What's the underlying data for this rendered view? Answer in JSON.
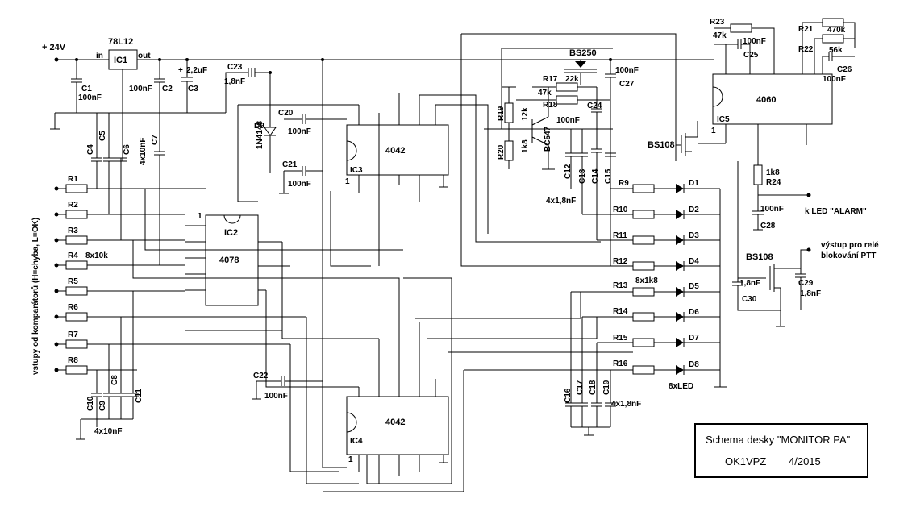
{
  "supply": {
    "label": "+ 24V"
  },
  "regulator": {
    "part": "78L12",
    "ref": "IC1",
    "pin_in": "in",
    "pin_out": "out"
  },
  "caps_top": {
    "c1": "C1",
    "c1_val": "100nF",
    "c2": "C2",
    "c2_val": "100nF",
    "c3": "C3",
    "c3_val": "2,2uF",
    "c3_pol": "+",
    "c23": "C23",
    "c23_val": "1,8nF"
  },
  "diode9": {
    "part": "1N4148",
    "ref": "D9"
  },
  "c20": {
    "ref": "C20",
    "val": "100nF"
  },
  "c21": {
    "ref": "C21",
    "val": "100nF"
  },
  "c22": {
    "ref": "C22",
    "val": "100nF"
  },
  "ic3": {
    "part": "4042",
    "ref": "IC3",
    "pin1": "1"
  },
  "ic4": {
    "part": "4042",
    "ref": "IC4",
    "pin1": "1"
  },
  "ic2": {
    "part": "4078",
    "ref": "IC2",
    "pin1": "1"
  },
  "ic5": {
    "part": "4060",
    "ref": "IC5",
    "pin1": "1"
  },
  "caps_left": {
    "c4": "C4",
    "c5": "C5",
    "c6": "C6",
    "c7": "C7",
    "val": "4x10nF"
  },
  "caps_left_low": {
    "c8": "C8",
    "c9": "C9",
    "c10": "C10",
    "c11": "C11",
    "val": "4x10nF"
  },
  "input_label": "vstupy od komparátorů (H=chyba, L=OK)",
  "resistors_in": [
    "R1",
    "R2",
    "R3",
    "R4",
    "R5",
    "R6",
    "R7",
    "R8"
  ],
  "resistors_in_val": "8x10k",
  "resistors_led": [
    "R9",
    "R10",
    "R11",
    "R12",
    "R13",
    "R14",
    "R15",
    "R16"
  ],
  "resistors_led_val": "8x1k8",
  "leds": [
    "D1",
    "D2",
    "D3",
    "D4",
    "D5",
    "D6",
    "D7",
    "D8"
  ],
  "leds_val": "8xLED",
  "caps_mid": {
    "c12": "C12",
    "c13": "C13",
    "c14": "C14",
    "c15": "C15",
    "val": "4x1,8nF"
  },
  "caps_mid_low": {
    "c16": "C16",
    "c17": "C17",
    "c18": "C18",
    "c19": "C19",
    "val": "4x1,8nF"
  },
  "mosfet_top": {
    "part": "BS250"
  },
  "transistor": {
    "part": "BC547"
  },
  "r17": {
    "ref": "R17",
    "val": "22k"
  },
  "r18": {
    "ref": "R18",
    "val": "47k"
  },
  "r19": {
    "ref": "R19",
    "val": "12k"
  },
  "r20": {
    "ref": "R20",
    "val": "1k8"
  },
  "c24": {
    "ref": "C24",
    "val": "100nF"
  },
  "c27": {
    "ref": "C27",
    "val": "100nF"
  },
  "mosfet_mid": {
    "part": "BS108"
  },
  "r23": {
    "ref": "R23",
    "val": "47k"
  },
  "c25": {
    "ref": "C25",
    "val": "100nF"
  },
  "r21": {
    "ref": "R21",
    "val": "470k"
  },
  "r22": {
    "ref": "R22",
    "val": "56k"
  },
  "c26": {
    "ref": "C26",
    "val": "100nF"
  },
  "r24": {
    "ref": "R24",
    "val": "1k8"
  },
  "c28": {
    "ref": "C28",
    "val": "100nF"
  },
  "led_alarm": "k LED \"ALARM\"",
  "mosfet_out": {
    "part": "BS108"
  },
  "c29": {
    "ref": "C29",
    "val": "1,8nF"
  },
  "c30": {
    "ref": "C30",
    "val": "1,8nF"
  },
  "relay_out": {
    "line1": "výstup pro relé",
    "line2": "blokování PTT"
  },
  "title_block": {
    "title": "Schema desky \"MONITOR PA\"",
    "author": "OK1VPZ",
    "date": "4/2015"
  }
}
